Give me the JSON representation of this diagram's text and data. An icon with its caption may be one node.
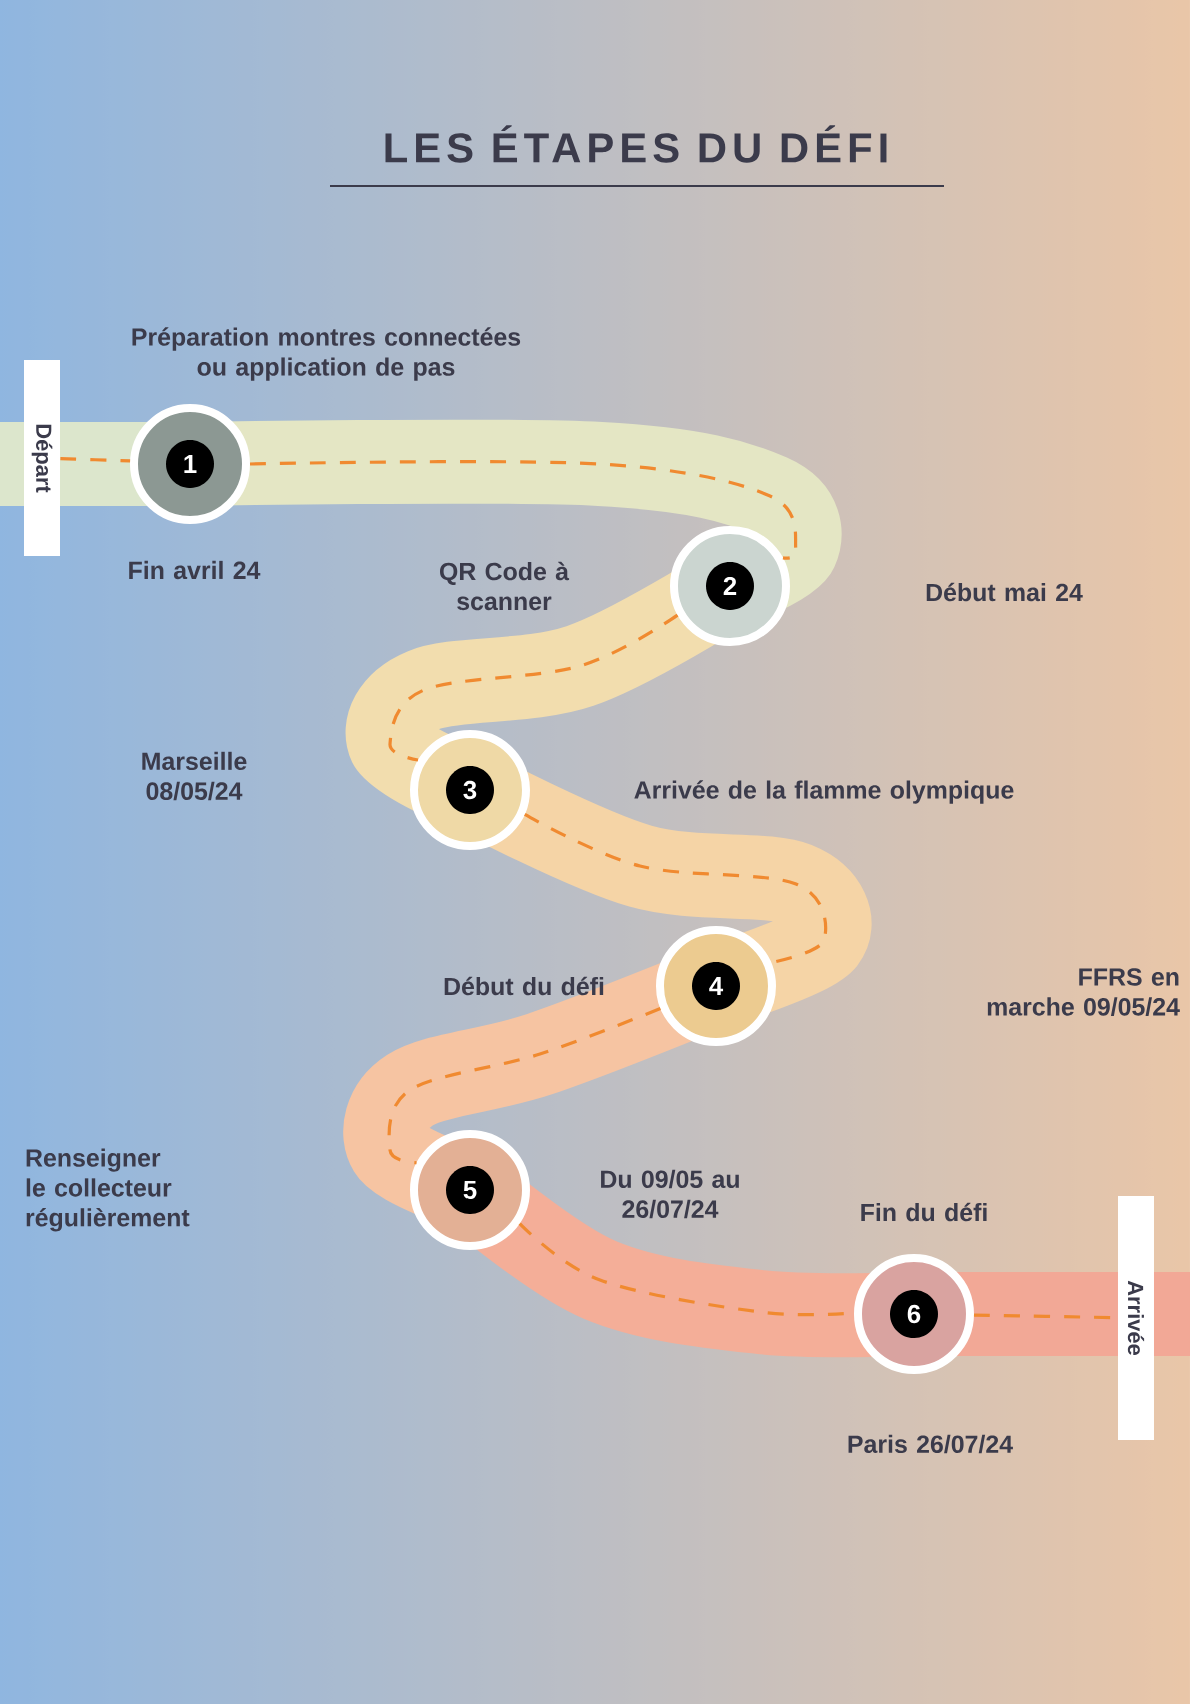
{
  "diagram": {
    "title": "LES ÉTAPES DU DÉFI",
    "nodes": [
      {
        "text": [
          "Départ"
        ]
      },
      {
        "text": [
          "1"
        ],
        "beside": [
          "Préparation montres connectées ou application de pas",
          "Fin avril 24"
        ]
      },
      {
        "text": [
          "2"
        ]
      },
      {
        "text": [
          "3"
        ]
      },
      {
        "text": [
          "4"
        ],
        "beside": [
          "Début du défi"
        ]
      },
      {
        "text": [
          "5"
        ],
        "beside": [
          "Du 09/05 au 26/07/24"
        ]
      },
      {
        "text": [
          "6"
        ],
        "beside": [
          "Fin du défi",
          "Paris 26/07/24"
        ]
      },
      {
        "text": [
          "Arrivée"
        ]
      }
    ],
    "edges": [
      {
        "from": 0,
        "to": 1,
        "arrow": "none",
        "style": "dashed"
      },
      {
        "from": 1,
        "to": 2,
        "arrow": "none",
        "style": "dashed"
      },
      {
        "from": 2,
        "to": 3,
        "arrow": "none",
        "style": "dashed"
      },
      {
        "from": 3,
        "to": 4,
        "arrow": "none",
        "style": "dashed"
      },
      {
        "from": 4,
        "to": 5,
        "arrow": "none",
        "style": "dashed"
      },
      {
        "from": 5,
        "to": 6,
        "arrow": "none",
        "style": "dashed"
      },
      {
        "from": 6,
        "to": 7,
        "arrow": "none",
        "style": "dashed"
      }
    ],
    "labels": [
      "QR Code à scanner",
      "Début mai 24",
      "Marseille 08/05/24",
      "Arrivée de la flamme olympique",
      "FFRS en marche 09/05/24",
      "Renseigner le collecteur régulièrement"
    ]
  }
}
